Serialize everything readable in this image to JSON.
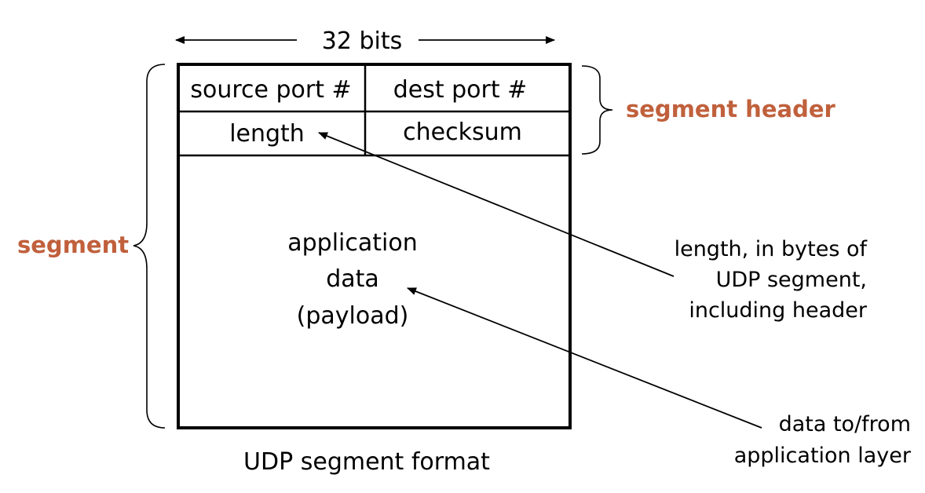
{
  "width_label": "32 bits",
  "header_fields": {
    "source_port": "source port #",
    "dest_port": "dest port #",
    "length": "length",
    "checksum": "checksum"
  },
  "payload_lines": [
    "application",
    "data",
    "(payload)"
  ],
  "caption": "UDP segment format",
  "brace_labels": {
    "segment_header": "segment header",
    "segment": "segment"
  },
  "annotations": {
    "length_note": [
      "length, in bytes of",
      "UDP segment,",
      "including header"
    ],
    "data_note": [
      "data to/from",
      "application layer"
    ]
  },
  "colors": {
    "accent": "#C0603C",
    "line": "#000000"
  }
}
